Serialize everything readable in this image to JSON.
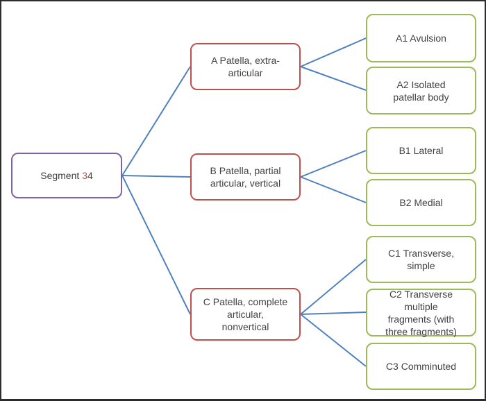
{
  "figure": {
    "type": "classification-tree",
    "description": "Flowchart of Segment 34 patella fracture classification with three branches (A, B, C) and seven subtypes"
  },
  "colors": {
    "background": "#ffffff",
    "frame_border": "#2d2d2d",
    "text": "#404040",
    "highlight": "#c0504d",
    "connector": "#4f81bd",
    "root_border": "#8064a2",
    "branch_border": "#c0504d",
    "leaf_border": "#9bbb59"
  },
  "nodes": {
    "root": {
      "prefix": "Segment ",
      "highlight": "3",
      "suffix": "4"
    },
    "a": {
      "label": "A Patella, extra-\narticular"
    },
    "b": {
      "label": "B Patella, partial\narticular, vertical"
    },
    "c": {
      "label": "C Patella, complete\narticular,\nnonvertical"
    },
    "a1": {
      "label": "A1 Avulsion"
    },
    "a2": {
      "label": "A2 Isolated\npatellar body"
    },
    "b1": {
      "label": "B1 Lateral"
    },
    "b2": {
      "label": "B2 Medial"
    },
    "c1": {
      "label": "C1 Transverse,\nsimple"
    },
    "c2": {
      "label": "C2 Transverse multiple\nfragments (with\nthree fragments)"
    },
    "c3": {
      "label": "C3 Comminuted"
    }
  }
}
